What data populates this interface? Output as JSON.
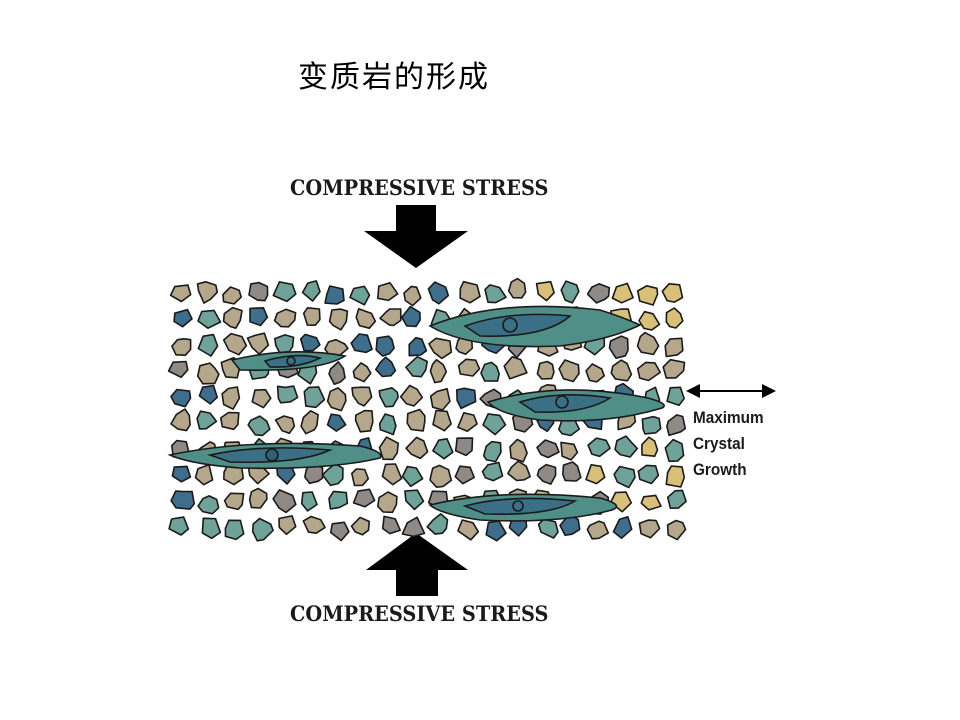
{
  "title": "变质岩的形成",
  "labels": {
    "stress_top": "COMPRESSIVE STRESS",
    "stress_bottom": "COMPRESSIVE STRESS",
    "growth_line1": "Maximum",
    "growth_line2": "Crystal",
    "growth_line3": "Growth"
  },
  "colors": {
    "tan": "#b5a78b",
    "green": "#6fa39a",
    "blue": "#3f6e8c",
    "gray": "#8f8a86",
    "yellow": "#d8c078",
    "outline": "#1a1a1a",
    "crystal": "#4f8f88",
    "crystal_core": "#3b6f86"
  },
  "icons": {
    "top_arrow": "down-arrow-icon",
    "bottom_arrow": "up-arrow-icon",
    "growth_arrow": "double-arrow-icon"
  }
}
